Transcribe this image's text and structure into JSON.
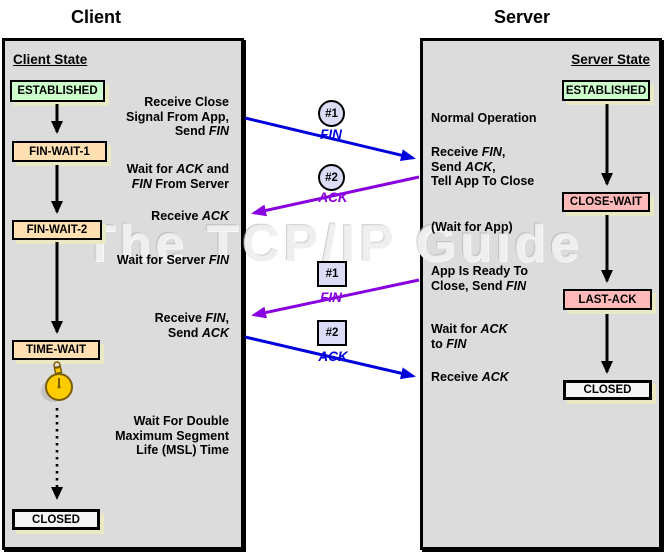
{
  "titles": {
    "client": "Client",
    "server": "Server"
  },
  "watermark": "The TCP/IP Guide",
  "client": {
    "heading": "Client State",
    "states": [
      "ESTABLISHED",
      "FIN-WAIT-1",
      "FIN-WAIT-2",
      "TIME-WAIT",
      "CLOSED"
    ],
    "annotations": [
      "Receive Close\nSignal From App,\nSend *FIN*",
      "Wait for *ACK* and\n*FIN* From Server",
      "Receive *ACK*",
      "Wait for Server *FIN*",
      "Receive *FIN*,\nSend *ACK*",
      "Wait For Double\nMaximum Segment\nLife (MSL) Time"
    ]
  },
  "server": {
    "heading": "Server State",
    "states": [
      "ESTABLISHED",
      "CLOSE-WAIT",
      "LAST-ACK",
      "CLOSED"
    ],
    "annotations": [
      "Normal Operation",
      "Receive *FIN*,\nSend *ACK*,\nTell App To Close",
      "(Wait for App)",
      "App Is Ready To\nClose, Send *FIN*",
      "Wait for *ACK*\nto *FIN*",
      "Receive *ACK*"
    ]
  },
  "messages": [
    {
      "shape": "circle",
      "badge": "#1",
      "label": "FIN",
      "direction": "client-to-server",
      "color": "#0000dd"
    },
    {
      "shape": "circle",
      "badge": "#2",
      "label": "ACK",
      "direction": "server-to-client",
      "color": "#8800e0"
    },
    {
      "shape": "square",
      "badge": "#1",
      "label": "FIN",
      "direction": "server-to-client",
      "color": "#8800e0"
    },
    {
      "shape": "square",
      "badge": "#2",
      "label": "ACK",
      "direction": "client-to-server",
      "color": "#0000dd"
    }
  ],
  "icons": {
    "timer": "stopwatch-icon"
  },
  "colors": {
    "panel_bg": "#dcdcdc",
    "state_established": "#ccffcc",
    "state_wait": "#ffe0b3",
    "state_pink": "#ffb9b9",
    "state_closed": "#f4f4f4",
    "box_shadow": "#e9e9c5",
    "badge_bg": "#dcdcf6",
    "blue": "#0000dd",
    "purple": "#8800e0"
  }
}
